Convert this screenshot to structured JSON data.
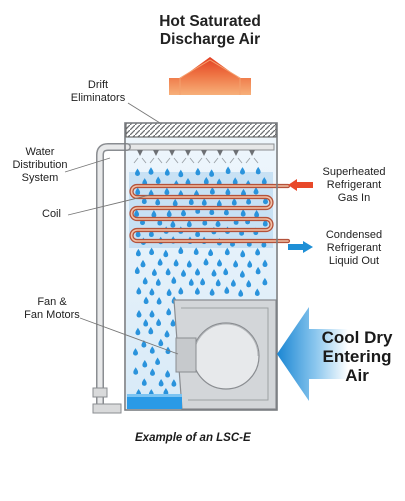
{
  "title": {
    "line1": "Hot Saturated",
    "line2": "Discharge Air"
  },
  "labels": {
    "drift_eliminators": {
      "line1": "Drift",
      "line2": "Eliminators"
    },
    "water_distribution": {
      "line1": "Water",
      "line2": "Distribution",
      "line3": "System"
    },
    "coil": "Coil",
    "fan_motors": {
      "line1": "Fan &",
      "line2": "Fan Motors"
    },
    "gas_in": {
      "line1": "Superheated",
      "line2": "Refrigerant",
      "line3": "Gas In"
    },
    "liquid_out": {
      "line1": "Condensed",
      "line2": "Refrigerant",
      "line3": "Liquid Out"
    },
    "air_in": {
      "line1": "Cool Dry",
      "line2": "Entering",
      "line3": "Air"
    }
  },
  "caption": "Example of an LSC-E",
  "colors": {
    "hot_arrow": "#e8492a",
    "cool_arrow": "#1e8fd6",
    "water": "#3aa6e6",
    "coil_stroke": "#b4523a",
    "casing": "#8a8d91",
    "fan_housing": "#c9cccf"
  }
}
